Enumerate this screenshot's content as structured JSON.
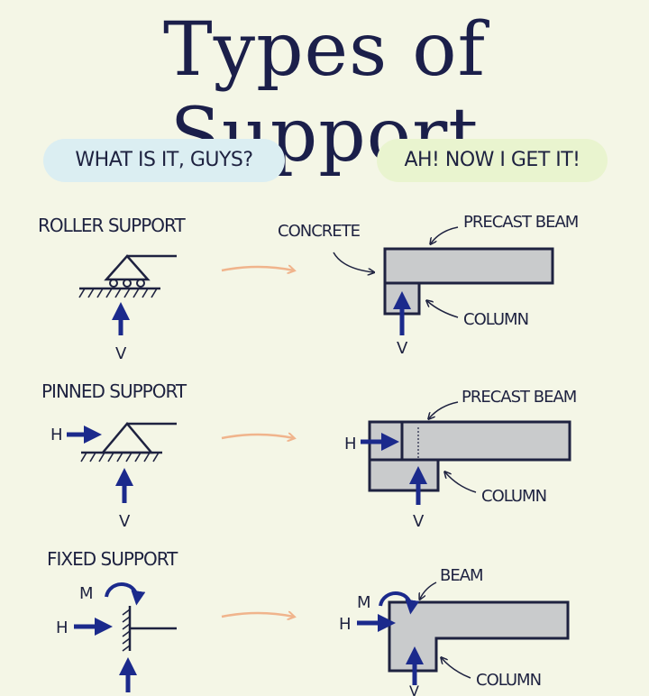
{
  "title": "Types of Support",
  "headers": {
    "left": "WHAT IS IT, GUYS?",
    "right": "AH! NOW I GET IT!"
  },
  "supports": [
    {
      "name": "ROLLER SUPPORT",
      "forces": {
        "vertical": "V"
      },
      "callouts": {
        "concrete": "CONCRETE",
        "beam": "PRECAST BEAM",
        "column": "COLUMN"
      }
    },
    {
      "name": "PINNED SUPPORT",
      "forces": {
        "horizontal": "H",
        "vertical": "V"
      },
      "callouts": {
        "beam": "PRECAST BEAM",
        "column": "COLUMN"
      }
    },
    {
      "name": "FIXED SUPPORT",
      "forces": {
        "moment": "M",
        "horizontal": "H",
        "vertical": "V"
      },
      "callouts": {
        "beam": "BEAM",
        "column": "COLUMN"
      }
    }
  ],
  "colors": {
    "background": "#f4f6e6",
    "ink": "#1e2240",
    "arrow_blue": "#1b2a8c",
    "concrete": "#c9cbcc",
    "transition_arrow": "#f0b48c"
  }
}
